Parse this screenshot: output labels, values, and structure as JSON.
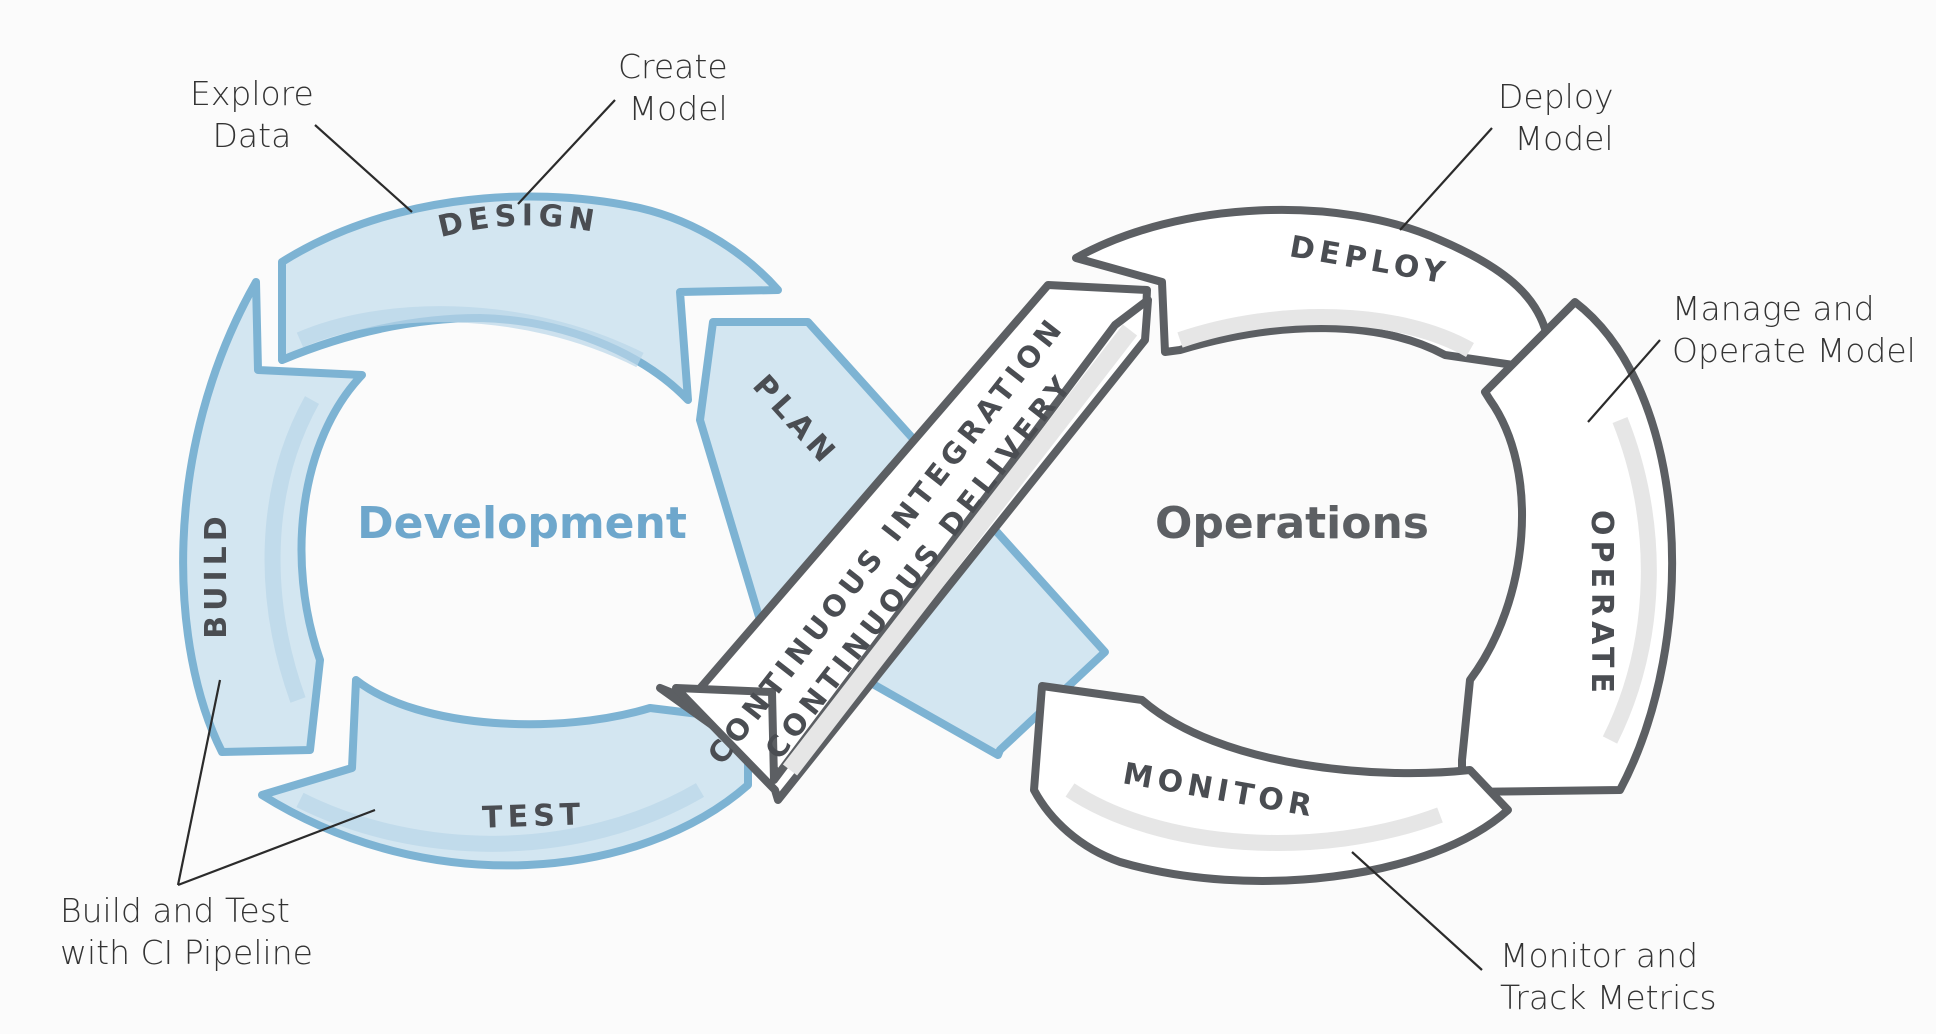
{
  "colors": {
    "background": "#fbfbfb",
    "development_outline": "#7db3d3",
    "development_fill": "#d3e6f1",
    "development_text": "#6ea7cc",
    "operations_outline": "#5c5f63",
    "operations_fill": "#ffffff",
    "operations_shade": "#e6e6e6",
    "label_text": "#4a4d52",
    "leader_line": "#2b2b2b"
  },
  "loops": {
    "development": {
      "title": "Development",
      "stages": {
        "design": "DESIGN",
        "plan": "PLAN",
        "build": "BUILD",
        "test": "TEST"
      }
    },
    "operations": {
      "title": "Operations",
      "stages": {
        "deploy": "DEPLOY",
        "operate": "OPERATE",
        "monitor": "MONITOR"
      }
    }
  },
  "bridge": {
    "line1": "CONTINUOUS INTEGRATION",
    "line2": "CONTINUOUS DELIVERY"
  },
  "annotations": {
    "explore_data": [
      "Explore",
      "Data"
    ],
    "create_model": [
      "Create",
      "Model"
    ],
    "build_test": [
      "Build and Test",
      "with CI Pipeline"
    ],
    "deploy_model": [
      "Deploy",
      "Model"
    ],
    "manage_operate": [
      "Manage and",
      "Operate Model"
    ],
    "monitor_track": [
      "Monitor and",
      "Track Metrics"
    ]
  }
}
